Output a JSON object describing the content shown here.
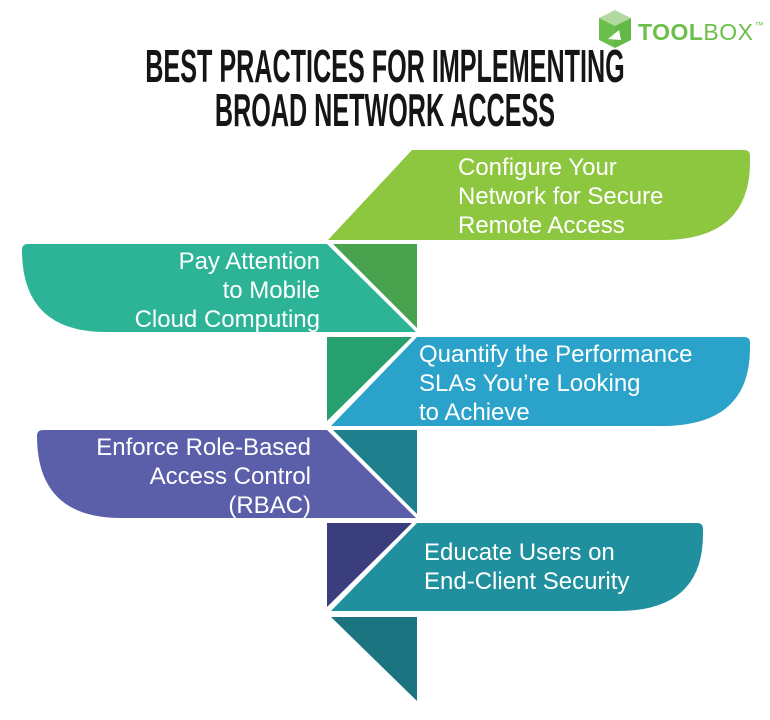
{
  "brand": {
    "logo_text_bold": "TOOL",
    "logo_text_light": "BOX",
    "trademark": "™",
    "logo_icon": "toolbox-cube-icon"
  },
  "title": {
    "line1": "BEST PRACTICES FOR IMPLEMENTING",
    "line2": "BROAD NETWORK ACCESS"
  },
  "steps": [
    {
      "label": "Configure Your\nNetwork for Secure\nRemote Access",
      "side": "right",
      "color": "#8DC63F"
    },
    {
      "label": "Pay Attention\nto Mobile\nCloud Computing",
      "side": "left",
      "color": "#2DB497"
    },
    {
      "label": "Quantify the Performance\nSLAs You’re Looking\nto Achieve",
      "side": "right",
      "color": "#2AA2C9"
    },
    {
      "label": "Enforce Role-Based\nAccess Control\n(RBAC)",
      "side": "left",
      "color": "#5B5FA9"
    },
    {
      "label": "Educate Users on\nEnd-Client Security",
      "side": "right",
      "color": "#20909E"
    }
  ],
  "folds": [
    {
      "color": "#49A24E"
    },
    {
      "color": "#26A06E"
    },
    {
      "color": "#1F808D"
    },
    {
      "color": "#3B3E7C"
    }
  ],
  "tail": {
    "color": "#1C7481"
  },
  "colors": {
    "background": "#FFFFFF",
    "title_text": "#151515",
    "step_text": "#FFFFFF",
    "brand_green": "#6CBF4B",
    "cube_top": "#B2D9A0",
    "cube_left": "#6CBF4B",
    "cube_right": "#62B945"
  }
}
